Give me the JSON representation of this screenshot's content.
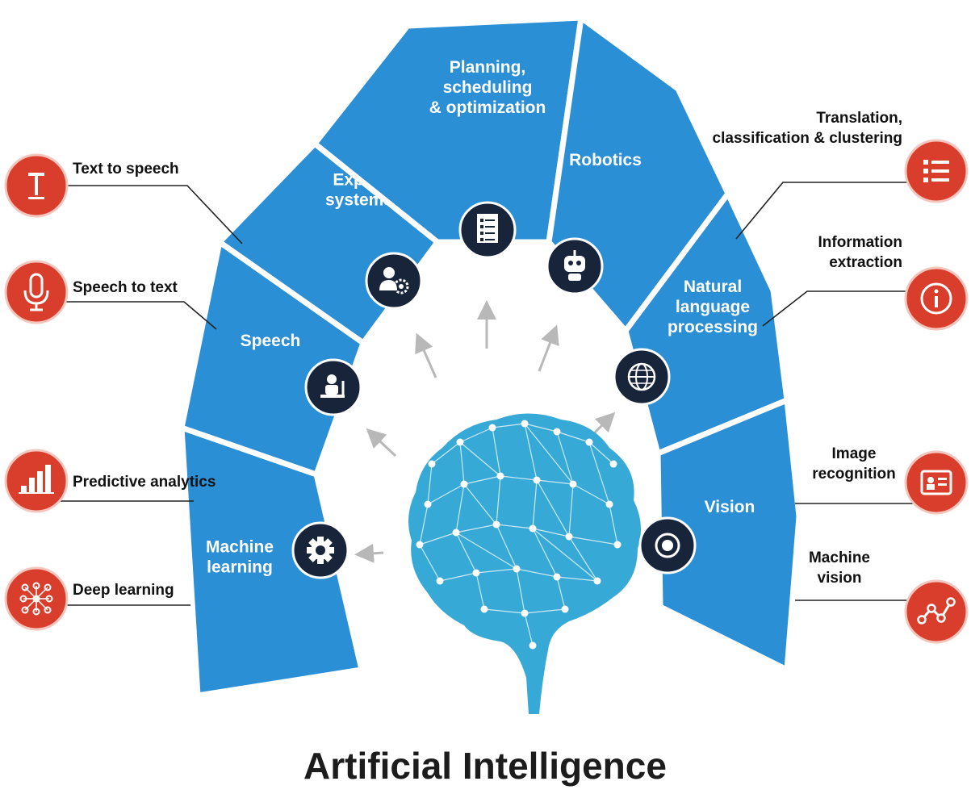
{
  "title": "Artificial Intelligence",
  "colors": {
    "segment_fill": "#2b8fd6",
    "segment_border": "#ffffff",
    "icon_disc": "#17243a",
    "side_icon": "#d93d2b",
    "brain": "#37a9d6",
    "arrow": "#b8b8b8",
    "connector": "#222222"
  },
  "segments": [
    {
      "id": "machine-learning",
      "lines": [
        "Machine",
        "learning"
      ],
      "icon": "gear-icon"
    },
    {
      "id": "speech",
      "lines": [
        "Speech"
      ],
      "icon": "speaker-podium-icon"
    },
    {
      "id": "expert-systems",
      "lines": [
        "Expert",
        "systems"
      ],
      "icon": "user-gear-icon"
    },
    {
      "id": "planning",
      "lines": [
        "Planning,",
        "scheduling",
        "& optimization"
      ],
      "icon": "checklist-document-icon"
    },
    {
      "id": "robotics",
      "lines": [
        "Robotics"
      ],
      "icon": "robot-icon"
    },
    {
      "id": "nlp",
      "lines": [
        "Natural",
        "language",
        "processing"
      ],
      "icon": "globe-icon"
    },
    {
      "id": "vision",
      "lines": [
        "Vision"
      ],
      "icon": "eye-icon"
    }
  ],
  "left_items": [
    {
      "id": "text-to-speech",
      "lines": [
        "Text to speech"
      ],
      "icon": "text-cursor-icon"
    },
    {
      "id": "speech-to-text",
      "lines": [
        "Speech to text"
      ],
      "icon": "microphone-icon"
    },
    {
      "id": "predictive-analytics",
      "lines": [
        "Predictive analytics"
      ],
      "icon": "bar-chart-icon"
    },
    {
      "id": "deep-learning",
      "lines": [
        "Deep learning"
      ],
      "icon": "neural-network-icon"
    }
  ],
  "right_items": [
    {
      "id": "translation",
      "lines": [
        "Translation,",
        "classification & clustering"
      ],
      "icon": "list-icon"
    },
    {
      "id": "information-extraction",
      "lines": [
        "Information",
        "extraction"
      ],
      "icon": "info-icon"
    },
    {
      "id": "image-recognition",
      "lines": [
        "Image",
        "recognition"
      ],
      "icon": "id-card-icon"
    },
    {
      "id": "machine-vision",
      "lines": [
        "Machine",
        "vision"
      ],
      "icon": "line-graph-icon"
    }
  ]
}
